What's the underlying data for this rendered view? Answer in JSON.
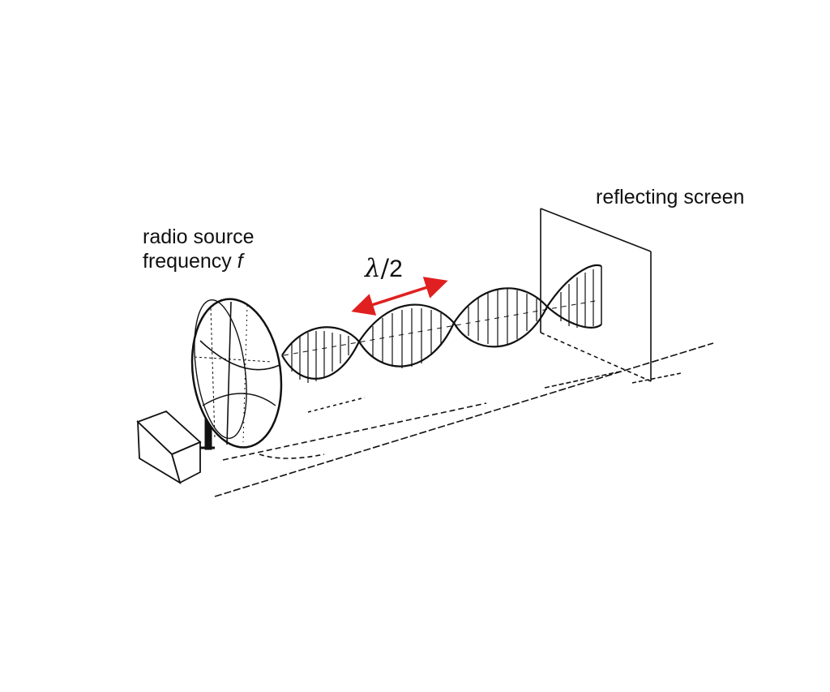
{
  "labels": {
    "source_line1": "radio source",
    "source_line2_prefix": "frequency ",
    "source_line2_var": "f",
    "screen": "reflecting screen",
    "half_wavelength_symbol": "λ",
    "half_wavelength_sep": "/",
    "half_wavelength_den": "2"
  },
  "colors": {
    "ink": "#111111",
    "arrow": "#e02020",
    "background": "#ffffff"
  },
  "icons": {
    "source": "dish-antenna-icon",
    "box": "power-box-icon",
    "screen": "reflecting-screen-icon"
  }
}
